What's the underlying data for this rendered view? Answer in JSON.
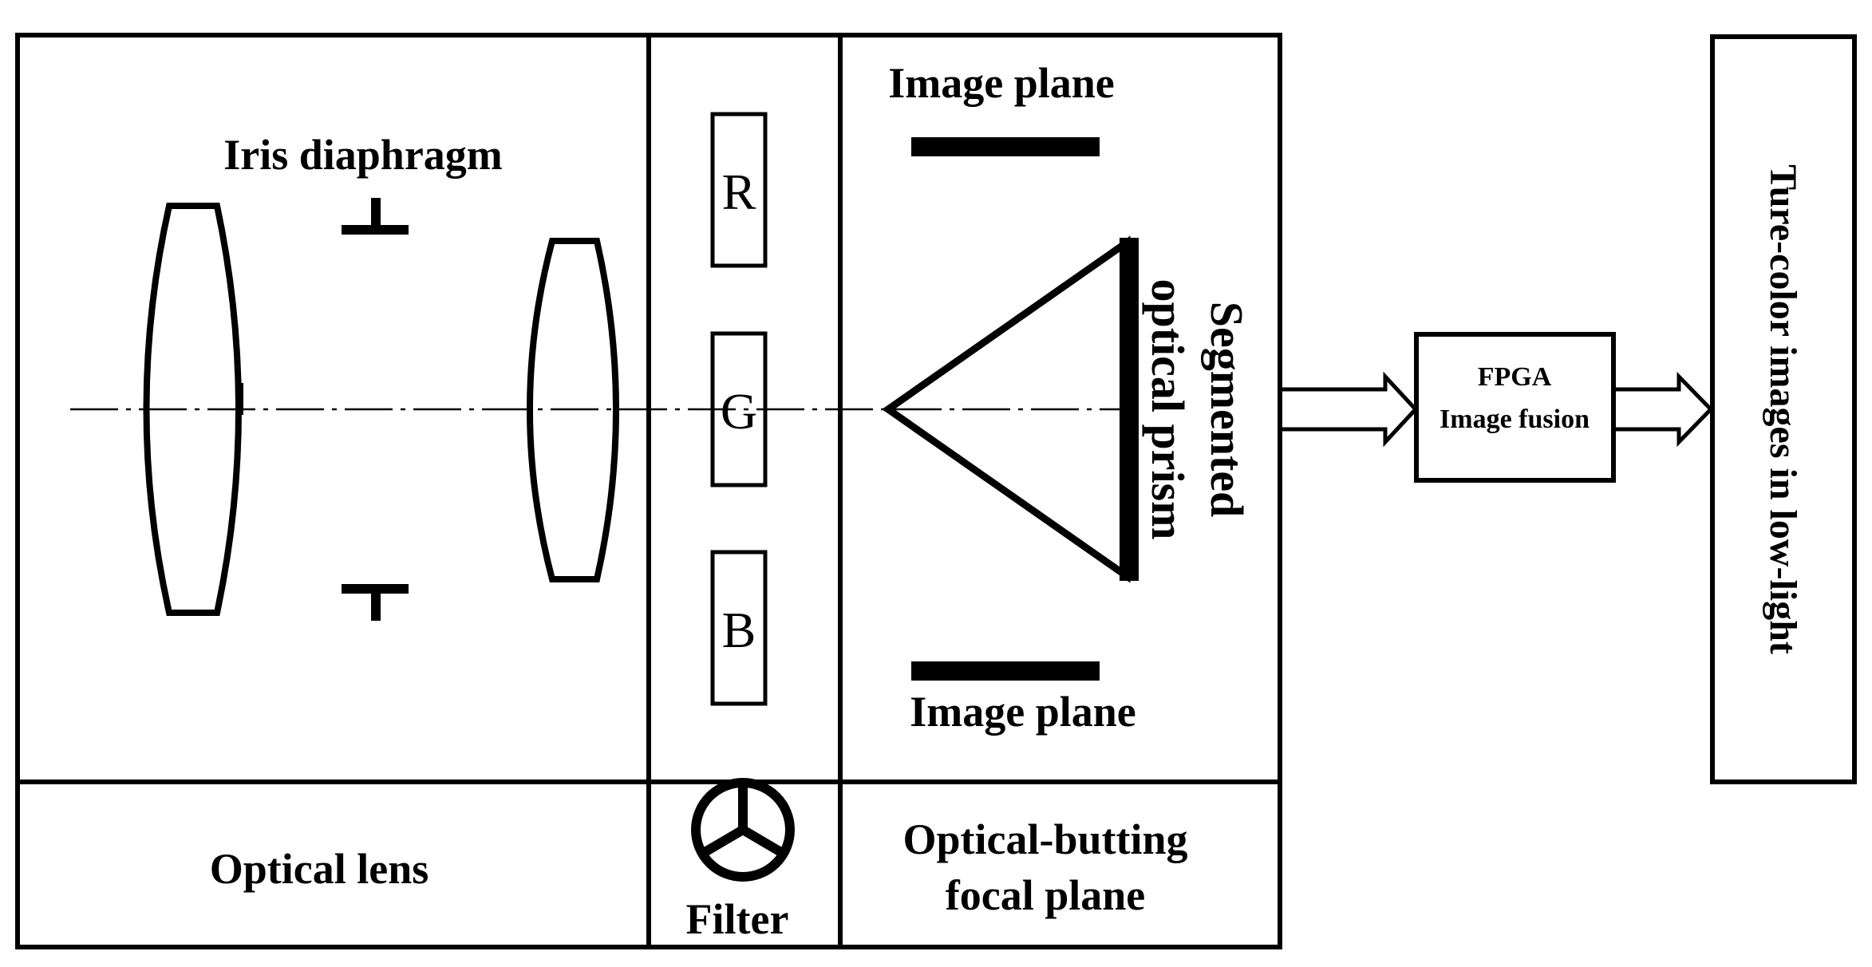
{
  "labels": {
    "iris_diaphragm": "Iris diaphragm",
    "image_plane_top": "Image plane",
    "image_plane_bottom": "Image plane",
    "segmented_line1": "Segmented",
    "segmented_line2": "optical prism",
    "fpga_line1": "FPGA",
    "fpga_line2": "Image fusion",
    "output_label": "Ture-color images in low-light",
    "optical_lens": "Optical lens",
    "filter": "Filter",
    "butting_line1": "Optical-butting",
    "butting_line2": "focal plane"
  },
  "filters": [
    "R",
    "G",
    "B"
  ],
  "colors": {
    "stroke": "#000000",
    "background": "#ffffff"
  }
}
